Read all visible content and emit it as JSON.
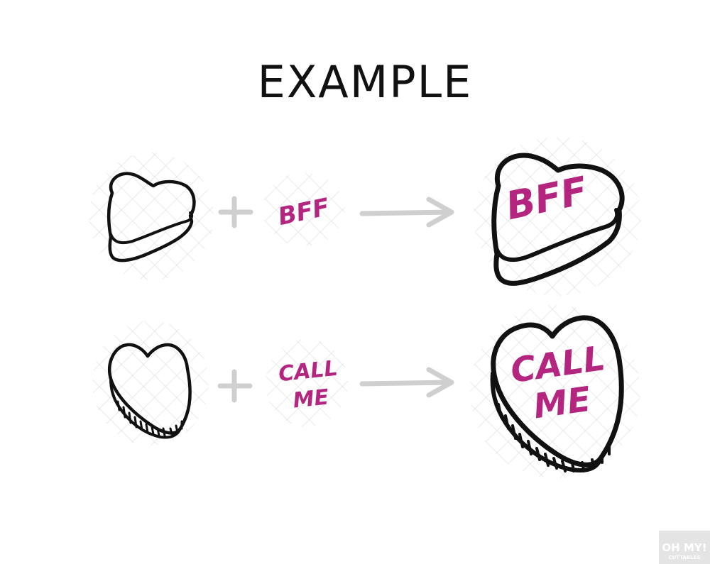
{
  "title": "EXAMPLE",
  "rows": [
    {
      "name": "bff",
      "phrase": "BFF",
      "phrase_lines": [
        "BFF"
      ]
    },
    {
      "name": "call-me",
      "phrase": "CALL ME",
      "phrase_lines": [
        "CALL",
        "ME"
      ]
    }
  ],
  "watermark": {
    "line1": "OH MY!",
    "line2": "CUTTABLES"
  },
  "colors": {
    "ink": "#111111",
    "phrase": "#b3257f",
    "operator": "#cfcfcf",
    "checker": "#d0d0d0",
    "watermark_bg": "#e4e4e4"
  },
  "icons": [
    "plus-icon",
    "arrow-right-icon",
    "candy-heart-icon"
  ]
}
